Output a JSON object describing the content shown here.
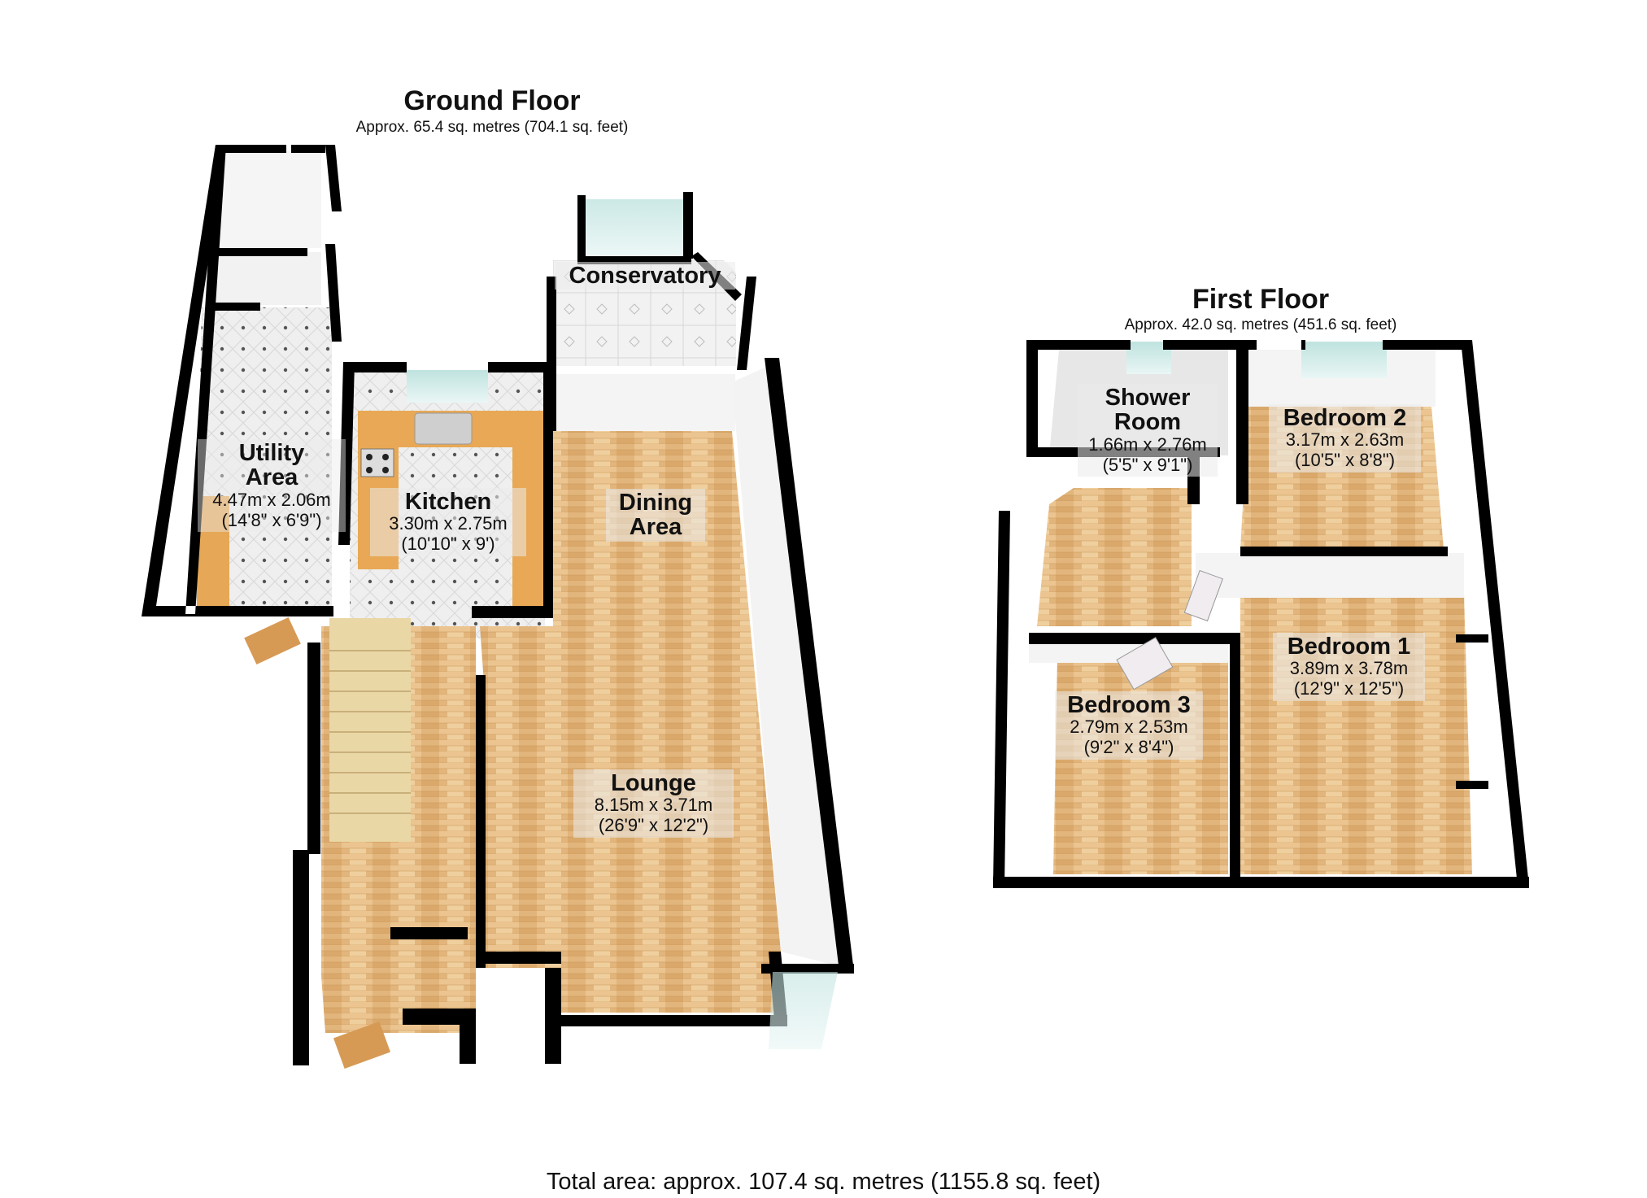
{
  "ground_floor": {
    "title": "Ground Floor",
    "area": "Approx. 65.4 sq. metres (704.1 sq. feet)",
    "rooms": [
      {
        "name": "Utility Area",
        "name_line1": "Utility",
        "name_line2": "Area",
        "metric": "4.47m x 2.06m",
        "imperial": "(14'8\" x 6'9\")"
      },
      {
        "name": "Kitchen",
        "metric": "3.30m x 2.75m",
        "imperial": "(10'10\" x 9')"
      },
      {
        "name": "Conservatory"
      },
      {
        "name": "Dining Area",
        "name_line1": "Dining",
        "name_line2": "Area"
      },
      {
        "name": "Lounge",
        "metric": "8.15m x 3.71m",
        "imperial": "(26'9\" x 12'2\")"
      }
    ]
  },
  "first_floor": {
    "title": "First Floor",
    "area": "Approx. 42.0 sq. metres (451.6 sq. feet)",
    "rooms": [
      {
        "name": "Shower Room",
        "name_line1": "Shower",
        "name_line2": "Room",
        "metric": "1.66m x 2.76m",
        "imperial": "(5'5\" x 9'1\")"
      },
      {
        "name": "Bedroom 2",
        "metric": "3.17m x 2.63m",
        "imperial": "(10'5\" x 8'8\")"
      },
      {
        "name": "Bedroom 1",
        "metric": "3.89m x 3.78m",
        "imperial": "(12'9\" x 12'5\")"
      },
      {
        "name": "Bedroom 3",
        "metric": "2.79m x 2.53m",
        "imperial": "(9'2\" x 8'4\")"
      }
    ]
  },
  "total_area": "Total area: approx. 107.4 sq. metres (1155.8 sq. feet)",
  "colors": {
    "wall": "#000000",
    "wood_floor": "#e0b47a",
    "tile_floor": "#ececec",
    "worktop": "#e8a855",
    "glass": "#cfe9e6",
    "inner_wall": "#f4f4f4"
  }
}
